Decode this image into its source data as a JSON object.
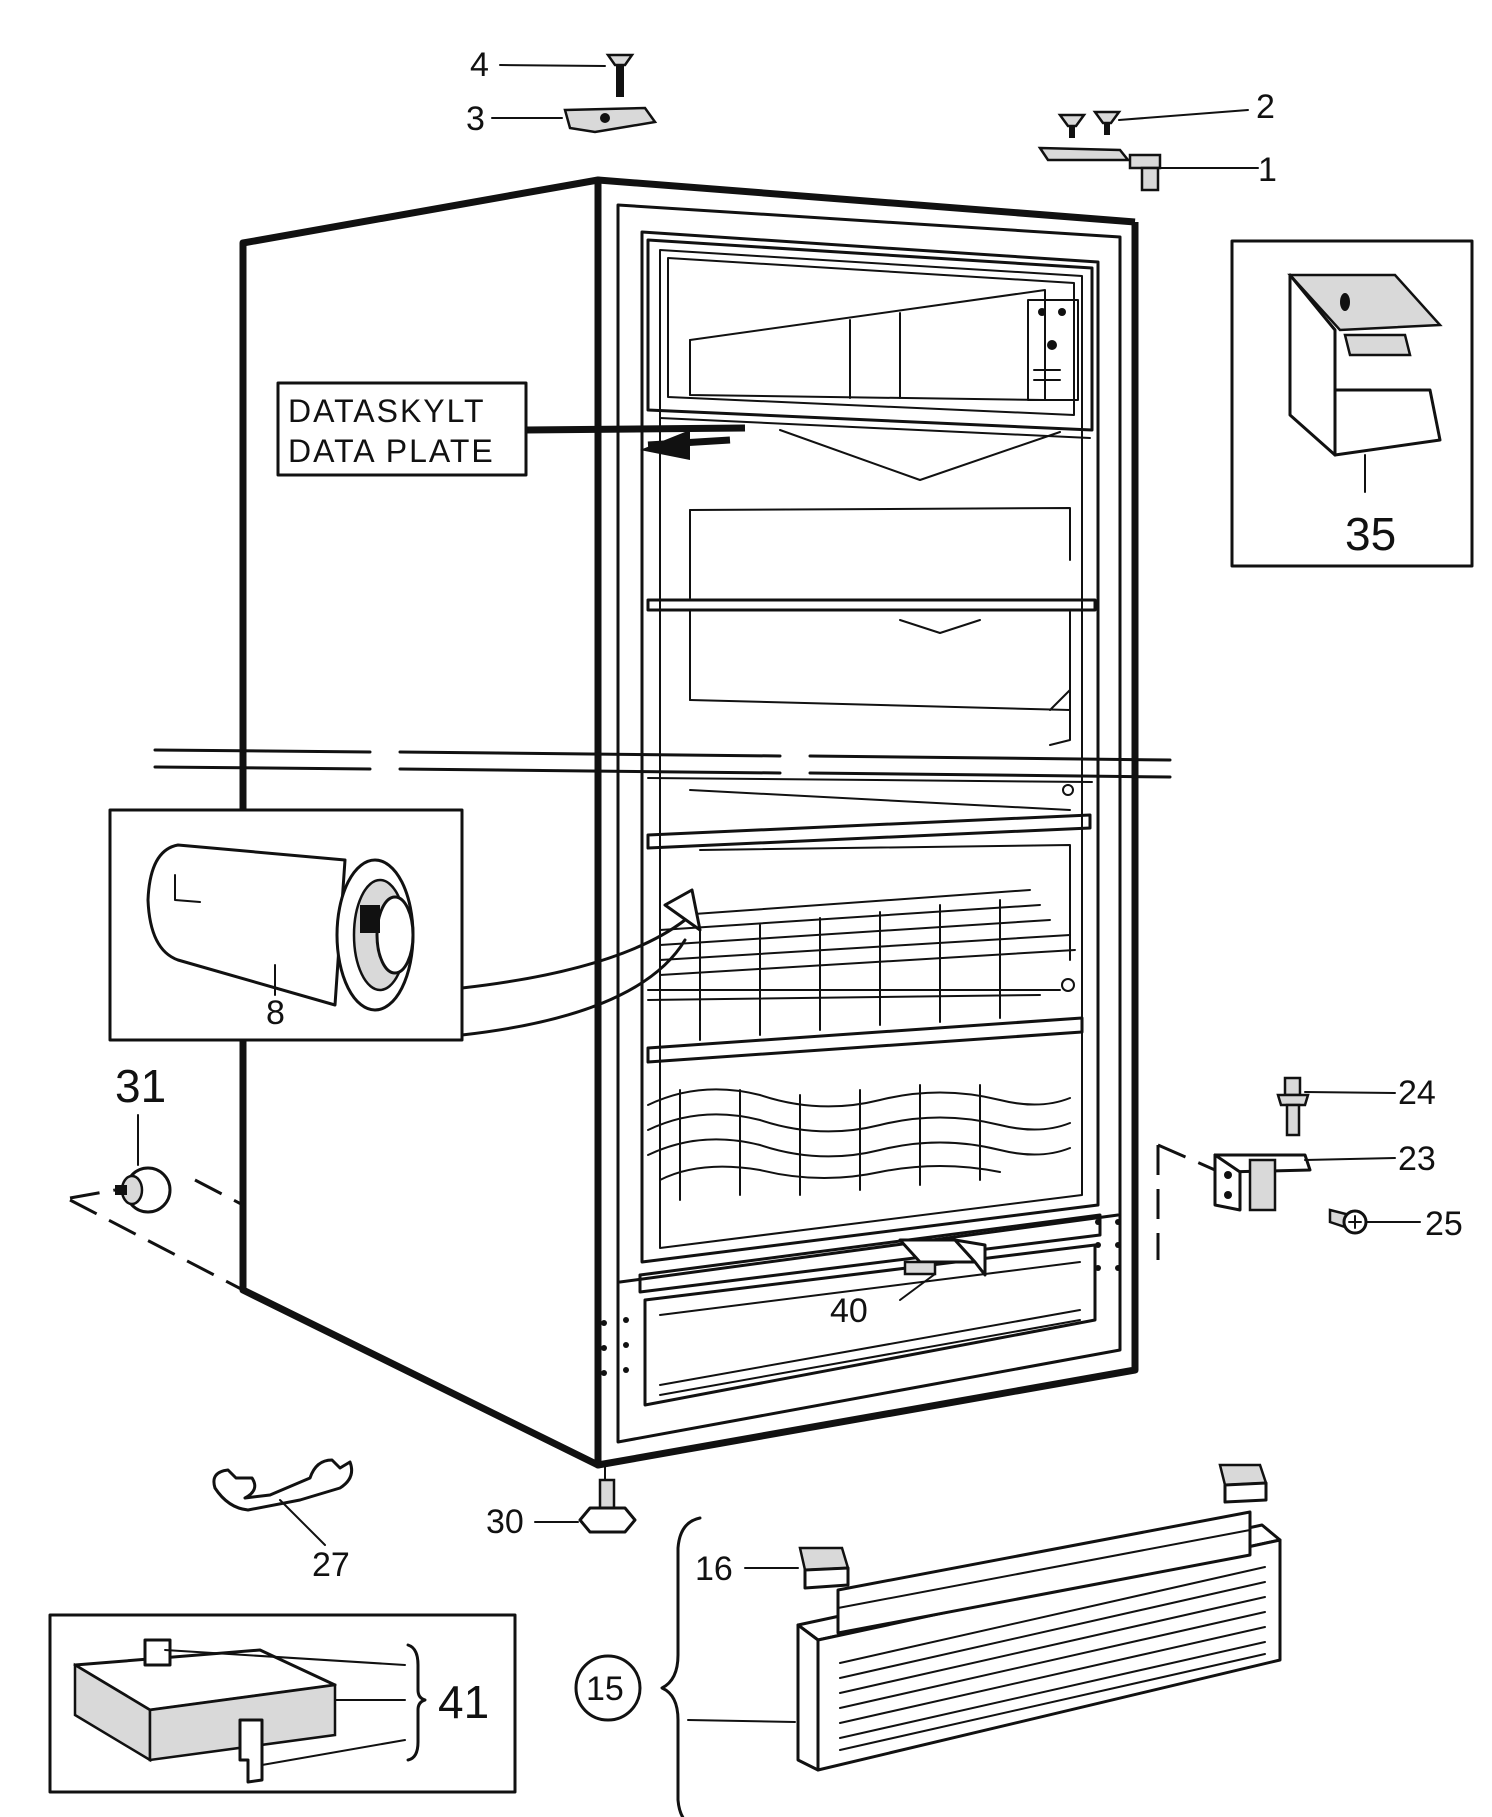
{
  "diagram": {
    "callouts": {
      "p1": "1",
      "p2": "2",
      "p3": "3",
      "p4": "4",
      "p8": "8",
      "p15": "15",
      "p16": "16",
      "p23": "23",
      "p24": "24",
      "p25": "25",
      "p27": "27",
      "p30": "30",
      "p31": "31",
      "p35": "35",
      "p40": "40",
      "p41": "41"
    },
    "data_plate": {
      "line1": "DATASKYLT",
      "line2": "DATA PLATE"
    }
  }
}
